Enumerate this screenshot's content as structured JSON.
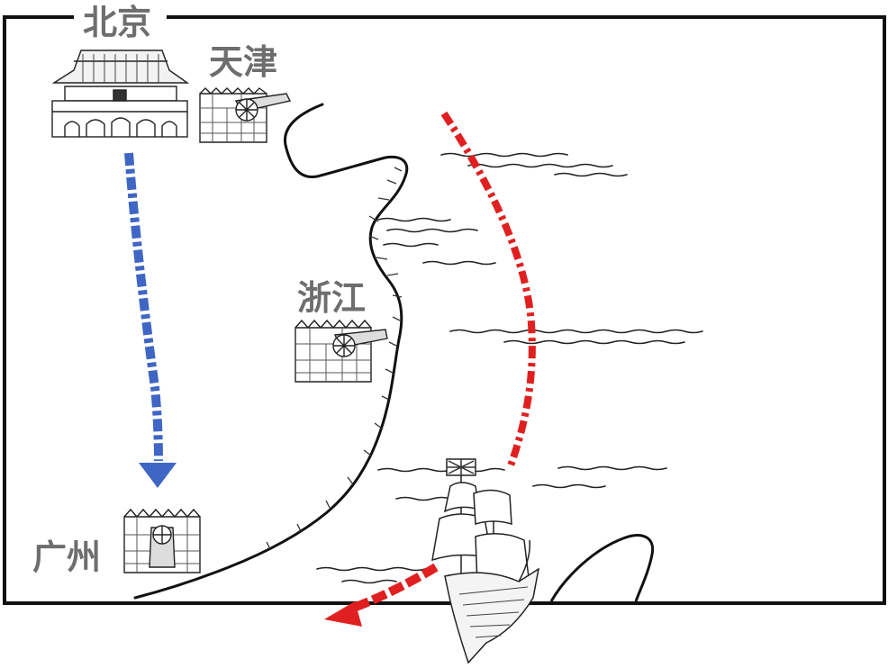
{
  "labels": {
    "beijing": "北京",
    "tianjin": "天津",
    "zhejiang": "浙江",
    "guangzhou": "广州"
  },
  "icons": {
    "beijing": "palace-gate-icon",
    "tianjin": "fort-cannon-icon",
    "zhejiang": "fort-cannon-icon",
    "guangzhou": "fort-cannon-icon",
    "ship": "sailing-ship-icon"
  },
  "colors": {
    "land_route": "#3f66c4",
    "sea_route": "#e02020",
    "label": "#6e6e6e",
    "ink": "#111111"
  }
}
